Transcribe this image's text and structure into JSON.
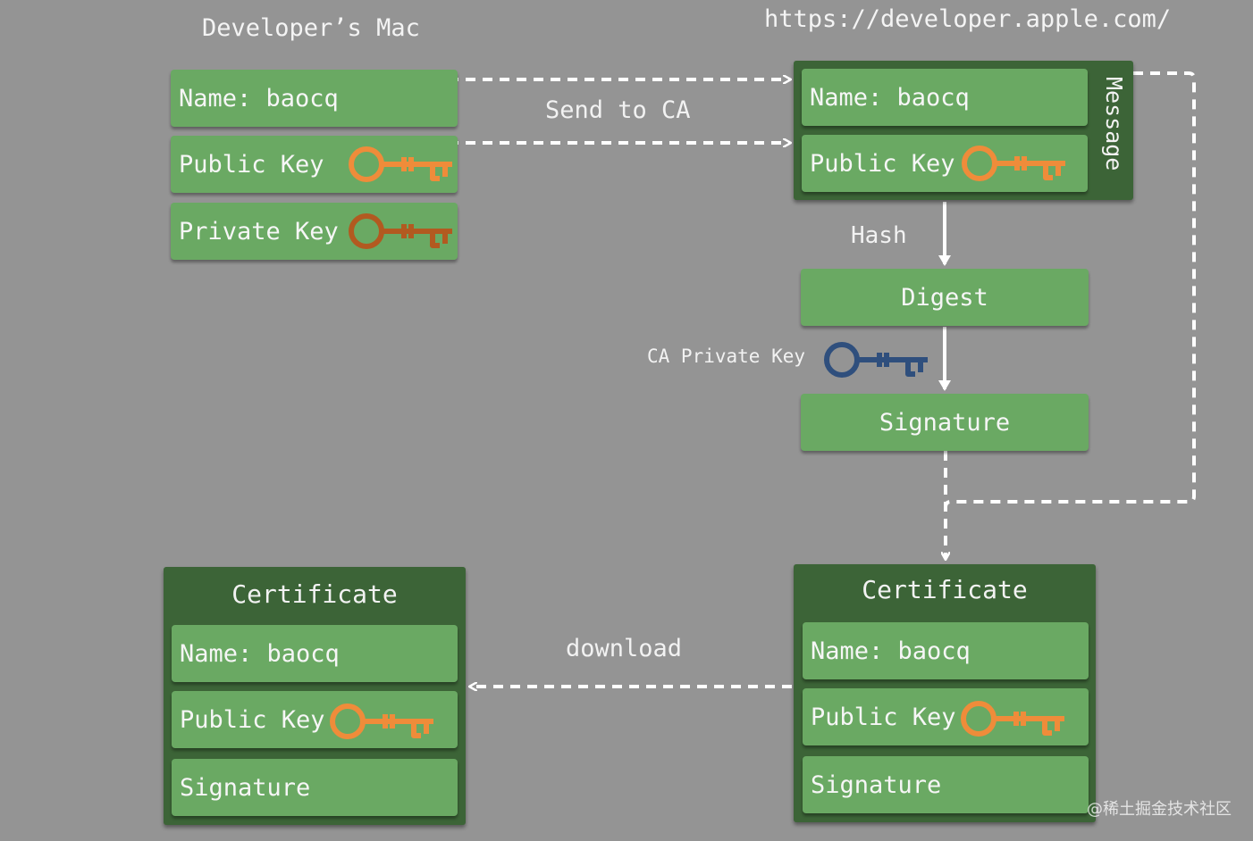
{
  "colors": {
    "box": "#6aa963",
    "panel": "#3c6437",
    "key_user": "#ef8c3a",
    "key_private": "#b25a20",
    "key_ca": "#2f4f7d",
    "line": "#ffffff"
  },
  "headings": {
    "mac": "Developer’s Mac",
    "apple": "https://developer.apple.com/"
  },
  "mac": {
    "name": "Name: baocq",
    "public_key": "Public Key",
    "private_key": "Private Key"
  },
  "message": {
    "label": "Message",
    "name": "Name: baocq",
    "public_key": "Public Key"
  },
  "flow": {
    "send": "Send to CA",
    "hash": "Hash",
    "digest": "Digest",
    "ca_private_key": "CA Private Key",
    "signature": "Signature",
    "download": "download"
  },
  "cert_server": {
    "title": "Certificate",
    "name": "Name: baocq",
    "public_key": "Public Key",
    "signature": "Signature"
  },
  "cert_local": {
    "title": "Certificate",
    "name": "Name: baocq",
    "public_key": "Public Key",
    "signature": "Signature"
  },
  "watermark": "@稀土掘金技术社区",
  "icons": [
    "key-icon"
  ]
}
